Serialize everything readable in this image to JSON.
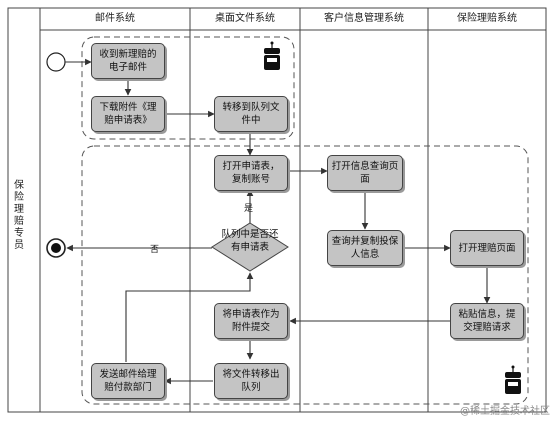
{
  "lanes": {
    "mail": "邮件系统",
    "desktop": "桌面文件系统",
    "crm": "客户信息管理系统",
    "claims": "保险理赔系统"
  },
  "role": "保险理赔专员",
  "nodes": {
    "receive_email": "收到新理赔的电子邮件",
    "download_attachment": "下载附件《理赔申请表》",
    "move_to_queue": "转移到队列文件中",
    "open_form": "打开申请表，复制账号",
    "open_crm": "打开信息查询页面",
    "query_copy": "查询并复制投保人信息",
    "open_claim_page": "打开理赔页面",
    "paste_submit": "粘贴信息，提交理赔请求",
    "attach_form": "将申请表作为附件提交",
    "move_out_queue": "将文件转移出队列",
    "send_email": "发送邮件给理赔付款部门",
    "queue_check": "队列中是否还有申请表"
  },
  "edge_labels": {
    "yes": "是",
    "no": "否"
  },
  "watermark": "@稀土掘金技术社区",
  "colors": {
    "box_fill": "#c4c4c4",
    "box_border": "#444444",
    "line": "#333333"
  }
}
